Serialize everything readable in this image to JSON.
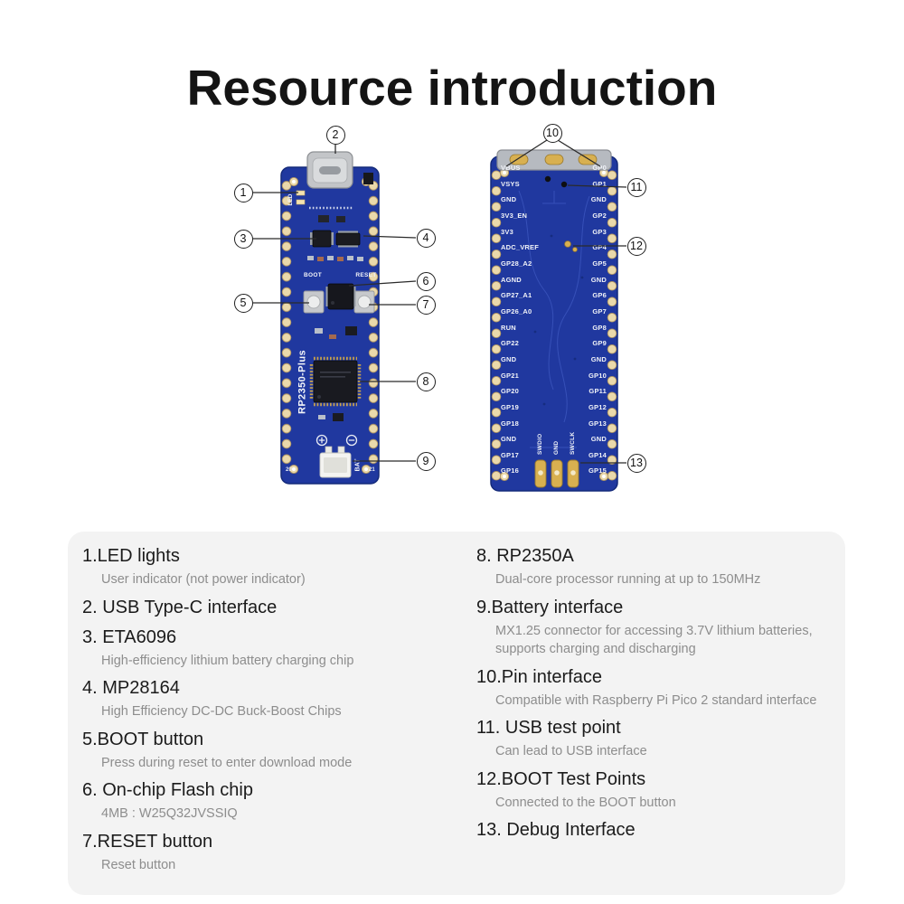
{
  "title": "Resource introduction",
  "callouts": [
    "1",
    "2",
    "3",
    "4",
    "5",
    "6",
    "7",
    "8",
    "9",
    "10",
    "11",
    "12",
    "13"
  ],
  "board_front": {
    "led_label": "LED",
    "boot_label": "BOOT",
    "reset_label": "RESET",
    "model_label": "RP2350-Plus",
    "bat_label": "BAT",
    "pin_20": "20",
    "pin_21": "21"
  },
  "board_back": {
    "left_pins": [
      "VBUS",
      "VSYS",
      "GND",
      "3V3_EN",
      "3V3",
      "ADC_VREF",
      "GP28_A2",
      "AGND",
      "GP27_A1",
      "GP26_A0",
      "RUN",
      "GP22",
      "GND",
      "GP21",
      "GP20",
      "GP19",
      "GP18",
      "GND",
      "GP17",
      "GP16"
    ],
    "right_pins": [
      "GP0",
      "GP1",
      "GND",
      "GP2",
      "GP3",
      "GP4",
      "GP5",
      "GND",
      "GP6",
      "GP7",
      "GP8",
      "GP9",
      "GND",
      "GP10",
      "GP11",
      "GP12",
      "GP13",
      "GND",
      "GP14",
      "GP15"
    ],
    "debug_pins": [
      "SWDIO",
      "GND",
      "SWCLK"
    ]
  },
  "legend": {
    "left": [
      {
        "title": "1.LED lights",
        "desc": "User indicator (not power indicator)"
      },
      {
        "title": "2. USB Type-C interface",
        "desc": ""
      },
      {
        "title": "3. ETA6096",
        "desc": "High-efficiency lithium battery charging chip"
      },
      {
        "title": "4. MP28164",
        "desc": "High Efficiency DC-DC Buck-Boost Chips"
      },
      {
        "title": "5.BOOT button",
        "desc": "Press during reset to enter download mode"
      },
      {
        "title": "6. On-chip Flash chip",
        "desc": "4MB : W25Q32JVSSIQ"
      },
      {
        "title": "7.RESET button",
        "desc": "Reset button"
      }
    ],
    "right": [
      {
        "title": "8. RP2350A",
        "desc": "Dual-core processor running at up to 150MHz"
      },
      {
        "title": "9.Battery interface",
        "desc": "MX1.25 connector for accessing 3.7V lithium batteries, supports charging and discharging"
      },
      {
        "title": "10.Pin interface",
        "desc": "Compatible with Raspberry Pi Pico 2 standard interface"
      },
      {
        "title": "11. USB test point",
        "desc": "Can lead to USB interface"
      },
      {
        "title": "12.BOOT Test Points",
        "desc": "Connected to the BOOT button"
      },
      {
        "title": "13. Debug Interface",
        "desc": ""
      }
    ]
  }
}
